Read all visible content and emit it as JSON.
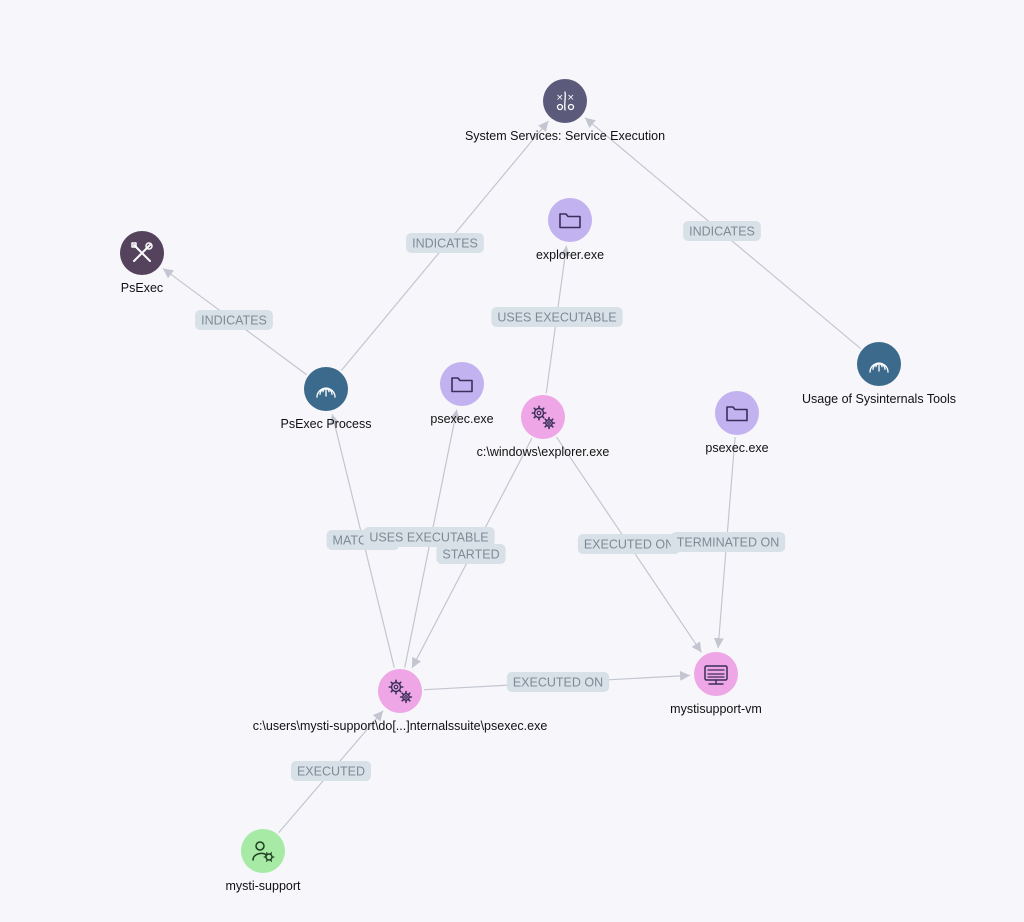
{
  "diagram": {
    "colors": {
      "background": "#f7f7fb",
      "edge": "#c3c6d0",
      "edge_label_bg": "#d9e1e8",
      "edge_label_text": "#7d8a96"
    },
    "nodes": [
      {
        "id": "attack-pattern",
        "label": "System Services: Service Execution",
        "icon": "tactics-icon",
        "fill": "#5c5a7a"
      },
      {
        "id": "tool-psexec",
        "label": "PsExec",
        "icon": "tools-icon",
        "fill": "#55435d"
      },
      {
        "id": "explorer-file",
        "label": "explorer.exe",
        "icon": "folder-icon",
        "fill": "#c3b2f0"
      },
      {
        "id": "indicator-sysinternals",
        "label": "Usage of Sysinternals Tools",
        "icon": "fingerprint-icon",
        "fill": "#3b6a8c"
      },
      {
        "id": "indicator-psexec",
        "label": "PsExec Process",
        "icon": "fingerprint-icon",
        "fill": "#3b6a8c"
      },
      {
        "id": "psexec-file-1",
        "label": "psexec.exe",
        "icon": "folder-icon",
        "fill": "#c3b2f0"
      },
      {
        "id": "explorer-process",
        "label": "c:\\windows\\explorer.exe",
        "icon": "gears-icon",
        "fill": "#eea6e6"
      },
      {
        "id": "psexec-file-2",
        "label": "psexec.exe",
        "icon": "folder-icon",
        "fill": "#c3b2f0"
      },
      {
        "id": "psexec-process",
        "label": "c:\\users\\mysti-support\\do[...]nternalssuite\\psexec.exe",
        "icon": "gears-icon",
        "fill": "#eea6e6"
      },
      {
        "id": "host-vm",
        "label": "mystisupport-vm",
        "icon": "server-icon",
        "fill": "#eea6e6"
      },
      {
        "id": "user-account",
        "label": "mysti-support",
        "icon": "user-gear-icon",
        "fill": "#a6eaa6"
      }
    ],
    "edges": [
      {
        "source": "indicator-psexec",
        "target": "attack-pattern",
        "label": "INDICATES"
      },
      {
        "source": "indicator-sysinternals",
        "target": "attack-pattern",
        "label": "INDICATES"
      },
      {
        "source": "indicator-psexec",
        "target": "tool-psexec",
        "label": "INDICATES"
      },
      {
        "source": "explorer-process",
        "target": "explorer-file",
        "label": "USES EXECUTABLE"
      },
      {
        "source": "psexec-process",
        "target": "indicator-psexec",
        "label": "MATCHED"
      },
      {
        "source": "psexec-process",
        "target": "psexec-file-1",
        "label": "USES EXECUTABLE"
      },
      {
        "source": "explorer-process",
        "target": "psexec-process",
        "label": "STARTED"
      },
      {
        "source": "explorer-process",
        "target": "host-vm",
        "label": "EXECUTED ON"
      },
      {
        "source": "psexec-file-2",
        "target": "host-vm",
        "label": "TERMINATED ON"
      },
      {
        "source": "psexec-process",
        "target": "host-vm",
        "label": "EXECUTED ON"
      },
      {
        "source": "user-account",
        "target": "psexec-process",
        "label": "EXECUTED"
      }
    ]
  }
}
